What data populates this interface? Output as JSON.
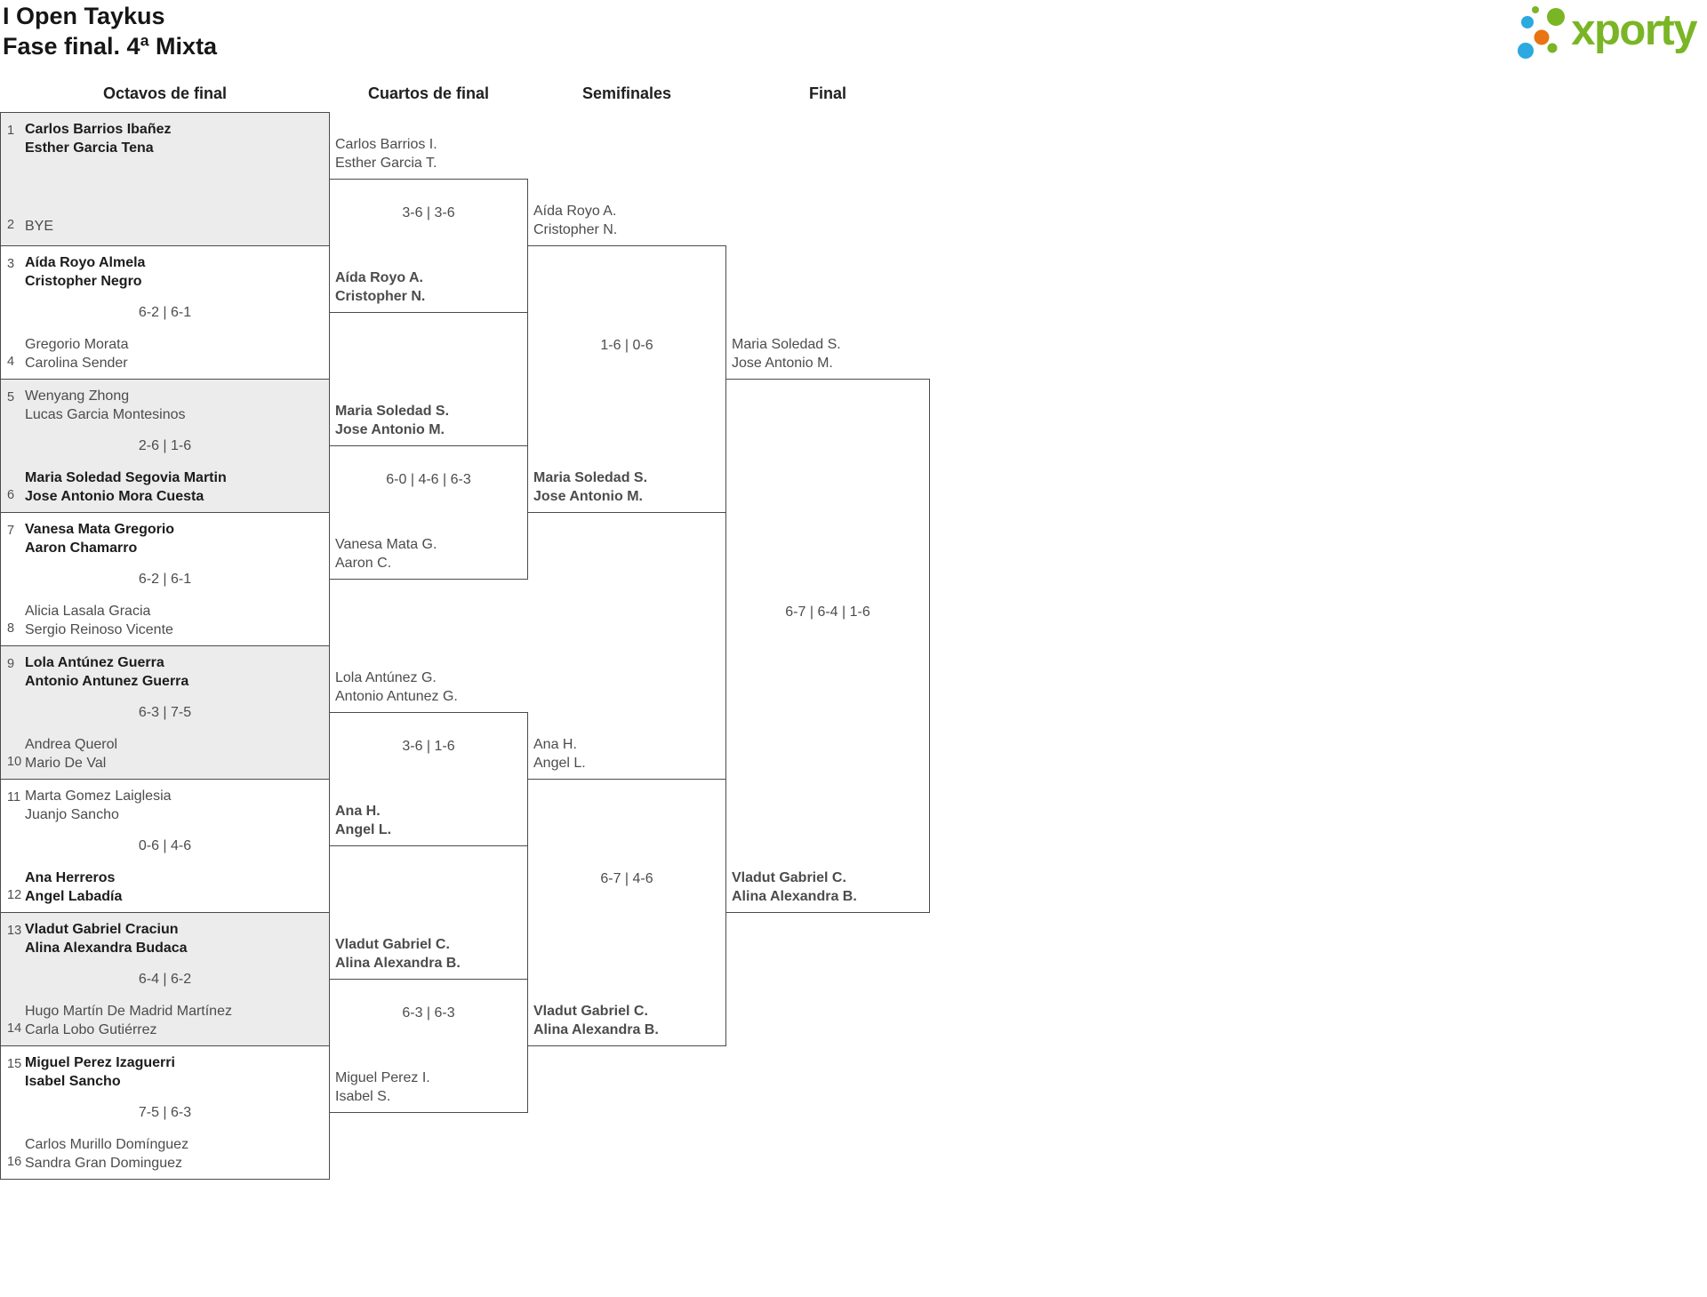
{
  "header": {
    "title_line1": "I Open Taykus",
    "title_line2": "Fase final. 4ª Mixta",
    "brand": "xporty"
  },
  "colors": {
    "brand_green": "#7ab525",
    "brand_blue": "#2ba9e0",
    "brand_orange": "#e87413",
    "box_border": "#4b4b4b",
    "gray_fill": "#ececec",
    "winner_text": "#1c1c1c",
    "regular_text": "#4c4c4c"
  },
  "rounds": [
    "Octavos de final",
    "Cuartos de final",
    "Semifinales",
    "Final"
  ],
  "r16": [
    {
      "seed_a": "1",
      "a": [
        "Carlos Barrios Ibañez",
        "Esther Garcia Tena"
      ],
      "seed_b": "2",
      "b": [
        "BYE"
      ],
      "score": "",
      "winner": "a"
    },
    {
      "seed_a": "3",
      "a": [
        "Aída Royo Almela",
        "Cristopher Negro"
      ],
      "seed_b": "4",
      "b": [
        "Gregorio Morata",
        "Carolina Sender"
      ],
      "score": "6-2 | 6-1",
      "winner": "a"
    },
    {
      "seed_a": "5",
      "a": [
        "Wenyang Zhong",
        "Lucas Garcia Montesinos"
      ],
      "seed_b": "6",
      "b": [
        "Maria Soledad Segovia Martin",
        "Jose Antonio Mora Cuesta"
      ],
      "score": "2-6 | 1-6",
      "winner": "b"
    },
    {
      "seed_a": "7",
      "a": [
        "Vanesa Mata Gregorio",
        "Aaron Chamarro"
      ],
      "seed_b": "8",
      "b": [
        "Alicia Lasala Gracia",
        "Sergio Reinoso Vicente"
      ],
      "score": "6-2 | 6-1",
      "winner": "a"
    },
    {
      "seed_a": "9",
      "a": [
        "Lola Antúnez Guerra",
        "Antonio Antunez Guerra"
      ],
      "seed_b": "10",
      "b": [
        "Andrea Querol",
        "Mario De Val"
      ],
      "score": "6-3 | 7-5",
      "winner": "a"
    },
    {
      "seed_a": "11",
      "a": [
        "Marta Gomez Laiglesia",
        "Juanjo Sancho"
      ],
      "seed_b": "12",
      "b": [
        "Ana Herreros",
        "Angel Labadía"
      ],
      "score": "0-6 | 4-6",
      "winner": "b"
    },
    {
      "seed_a": "13",
      "a": [
        "Vladut Gabriel Craciun",
        "Alina Alexandra Budaca"
      ],
      "seed_b": "14",
      "b": [
        "Hugo Martín De Madrid Martínez",
        "Carla Lobo Gutiérrez"
      ],
      "score": "6-4 | 6-2",
      "winner": "a"
    },
    {
      "seed_a": "15",
      "a": [
        "Miguel Perez Izaguerri",
        "Isabel Sancho"
      ],
      "seed_b": "16",
      "b": [
        "Carlos Murillo Domínguez",
        "Sandra Gran Dominguez"
      ],
      "score": "7-5 | 6-3",
      "winner": "a"
    }
  ],
  "qf": [
    {
      "a": [
        "Carlos Barrios I.",
        "Esther Garcia T."
      ],
      "b": [
        "Aída Royo A.",
        "Cristopher N."
      ],
      "score": "3-6 | 3-6",
      "winner": "b"
    },
    {
      "a": [
        "Maria Soledad S.",
        "Jose Antonio M."
      ],
      "b": [
        "Vanesa Mata G.",
        "Aaron C."
      ],
      "score": "6-0 | 4-6 | 6-3",
      "winner": "a"
    },
    {
      "a": [
        "Lola Antúnez G.",
        "Antonio Antunez G."
      ],
      "b": [
        "Ana H.",
        "Angel L."
      ],
      "score": "3-6 | 1-6",
      "winner": "b"
    },
    {
      "a": [
        "Vladut Gabriel C.",
        "Alina Alexandra B."
      ],
      "b": [
        "Miguel Perez I.",
        "Isabel S."
      ],
      "score": "6-3 | 6-3",
      "winner": "a"
    }
  ],
  "sf": [
    {
      "a": [
        "Aída Royo A.",
        "Cristopher N."
      ],
      "b": [
        "Maria Soledad S.",
        "Jose Antonio M."
      ],
      "score": "1-6 | 0-6",
      "winner": "b"
    },
    {
      "a": [
        "Ana H.",
        "Angel L."
      ],
      "b": [
        "Vladut Gabriel C.",
        "Alina Alexandra B."
      ],
      "score": "6-7 | 4-6",
      "winner": "b"
    }
  ],
  "final": {
    "a": [
      "Maria Soledad S.",
      "Jose Antonio M."
    ],
    "b": [
      "Vladut Gabriel C.",
      "Alina Alexandra B."
    ],
    "score": "6-7 | 6-4 | 1-6",
    "winner": "b"
  }
}
